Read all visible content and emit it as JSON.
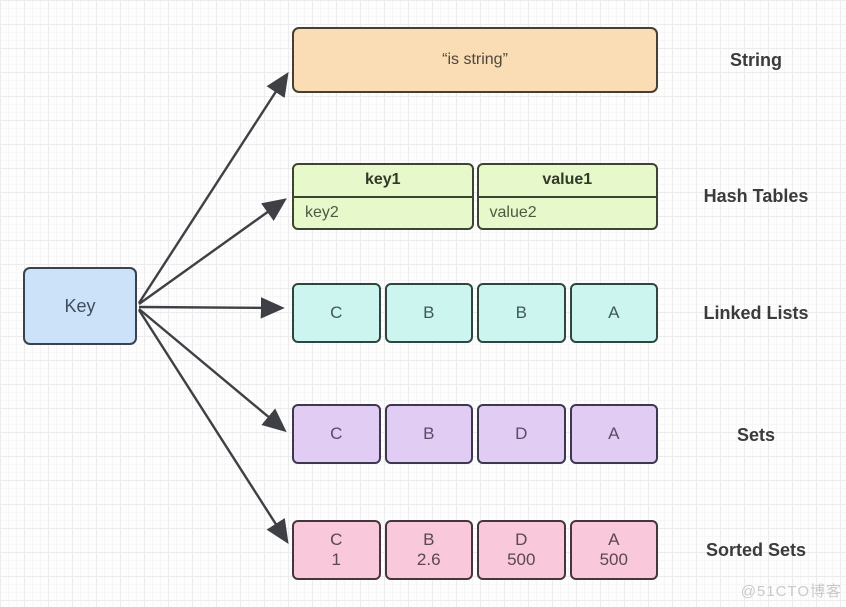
{
  "key_node": {
    "label": "Key"
  },
  "string": {
    "text": "“is string”"
  },
  "hash": {
    "rows": [
      [
        "key1",
        "value1"
      ],
      [
        "key2",
        "value2"
      ]
    ]
  },
  "linked": {
    "cells": [
      "C",
      "B",
      "B",
      "A"
    ]
  },
  "sets": {
    "cells": [
      "C",
      "B",
      "D",
      "A"
    ]
  },
  "sorted": {
    "cells": [
      {
        "member": "C",
        "score": "1"
      },
      {
        "member": "B",
        "score": "2.6"
      },
      {
        "member": "D",
        "score": "500"
      },
      {
        "member": "A",
        "score": "500"
      }
    ]
  },
  "labels": {
    "string": "String",
    "hash": "Hash Tables",
    "linked": "Linked Lists",
    "sets": "Sets",
    "sorted": "Sorted Sets"
  },
  "watermark": "@51CTO博客",
  "colors": {
    "key_fill": "#cbe2f8",
    "string_fill": "#fadcb5",
    "hash_fill": "#e7f8ca",
    "linked_fill": "#cdf5ef",
    "sets_fill": "#e1cdf3",
    "sorted_fill": "#f9c8db",
    "arrow": "#3f4045",
    "label_text": "#3b3b3b",
    "watermark_text": "#c9c9c9"
  }
}
